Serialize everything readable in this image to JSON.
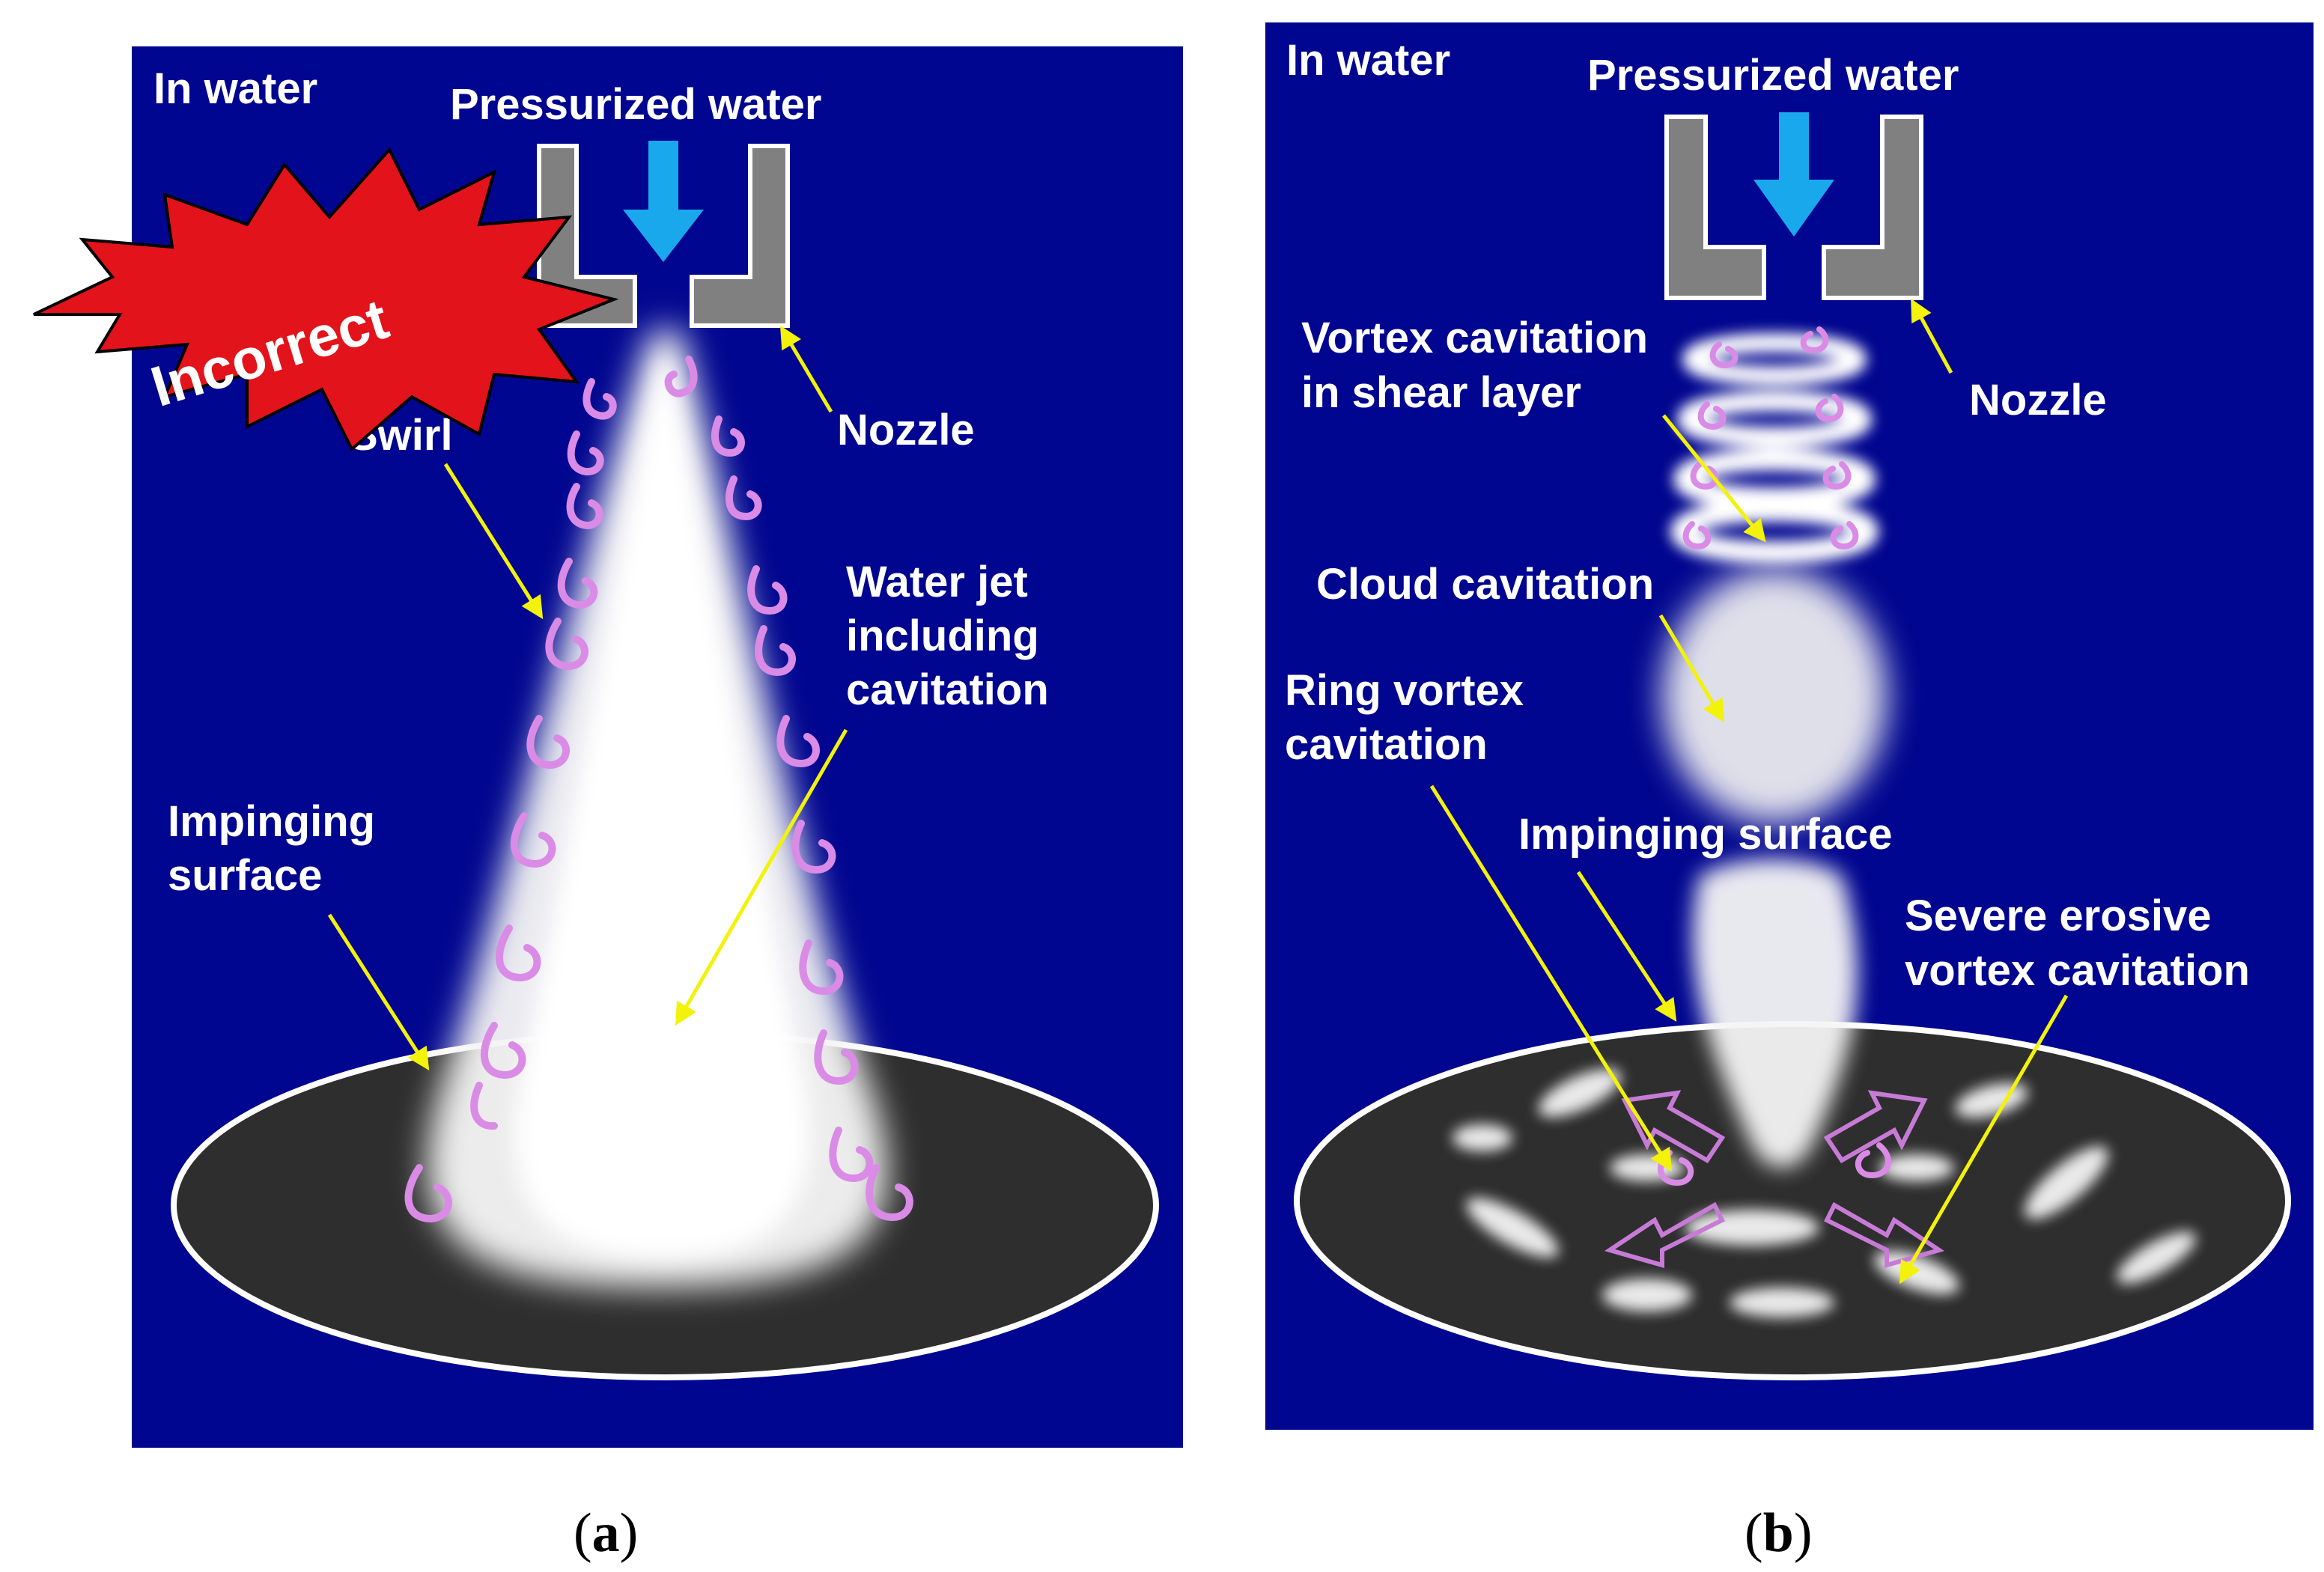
{
  "colors": {
    "background_blue": "#00068f",
    "nozzle_gray": "#808080",
    "arrow_cyan": "#1aa8ec",
    "leader_yellow": "#f2f20a",
    "swirl_pink": "#d98be6",
    "surface_dark": "#2e2e2e",
    "stamp_red": "#e3131b",
    "label_white": "#ffffff"
  },
  "panel_a": {
    "environment_label": "In water",
    "pressurized_label": "Pressurized water",
    "nozzle_label": "Nozzle",
    "swirl_label": "Swirl",
    "water_jet_label": [
      "Water jet",
      "including",
      "cavitation"
    ],
    "impinging_label": [
      "Impinging",
      "surface"
    ],
    "stamp_label": "Incorrect",
    "caption_open": "(",
    "caption_letter": "a",
    "caption_close": ")"
  },
  "panel_b": {
    "environment_label": "In water",
    "pressurized_label": "Pressurized water",
    "nozzle_label": "Nozzle",
    "vortex_shear_label": [
      "Vortex cavitation",
      "in shear layer"
    ],
    "cloud_label": "Cloud cavitation",
    "ring_vortex_label": [
      "Ring vortex",
      "cavitation"
    ],
    "impinging_label": "Impinging surface",
    "severe_label": [
      "Severe erosive",
      "vortex cavitation"
    ],
    "caption_open": "(",
    "caption_letter": "b",
    "caption_close": ")"
  }
}
